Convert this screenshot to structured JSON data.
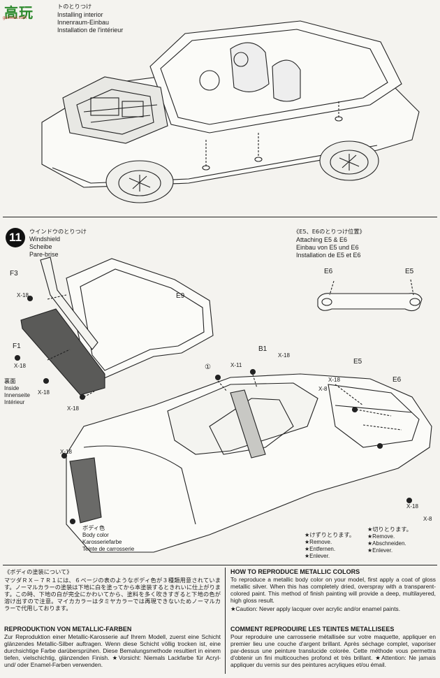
{
  "logo": {
    "brand": "高玩",
    "url": "gaowan.com"
  },
  "top_section": {
    "heading_jp": "トのとりつけ",
    "lines": [
      "Installing interior",
      "Innenraum-Einbau",
      "Installation de l'intérieur"
    ]
  },
  "step11": {
    "number": "11",
    "heading_jp": "ウインドウのとりつけ",
    "lines": [
      "Windshield",
      "Scheibe",
      "Pare-brise"
    ]
  },
  "inset": {
    "heading_jp": "《E5、E6のとりつけ位置》",
    "lines": [
      "Attaching E5 & E6",
      "Einbau von E5 und E6",
      "Installation de E5 et E6"
    ],
    "label_e6": "E6",
    "label_e5": "E5"
  },
  "parts": {
    "f3": "F3",
    "f1": "F1",
    "e9": "E9",
    "b1": "B1",
    "e5": "E5",
    "e6": "E6",
    "circle1": "①"
  },
  "markers": {
    "x18_a": "X-18",
    "x18_b": "X-18",
    "x18_c": "X-18",
    "x18_d": "X-18",
    "x18_e": "X-18",
    "x18_f": "X-18",
    "x18_g": "X-18",
    "x18_h": "X-18",
    "x11": "X-11",
    "x8_a": "X-8",
    "x8_b": "X-8"
  },
  "inside_label": {
    "jp": "裏面",
    "lines": [
      "Inside",
      "Innenseite",
      "Intérieur"
    ]
  },
  "body_color": {
    "jp": "ボディ色",
    "lines": [
      "Body color",
      "Karosseriefarbe",
      "Teinte de carrosserie"
    ]
  },
  "remove_note": {
    "jp": "★けずりとります。",
    "lines": [
      "★Remove.",
      "★Entfernen.",
      "★Enlever."
    ]
  },
  "cut_note": {
    "jp": "★切りとります。",
    "lines": [
      "★Remove.",
      "★Abschneiden.",
      "★Enlever."
    ]
  },
  "painting_jp": {
    "heading": "《ボディの塗装について》",
    "text": "マツダＲＸ－７Ｒ１には、６ページの表のようなボディ色が３種類用意されています。ノーマルカラーの塗装は下地に白を塗ってから本塗装するときれいに仕上がります。この時、下地の白が完全にかわいてから、塗料を多く吹きすぎると下地の色が溶け出すので注意。マイカカラーはタミヤカラーでは再現できないためノーマルカラーで代用しております。"
  },
  "painting_en": {
    "heading": "HOW TO REPRODUCE METALLIC COLORS",
    "text": "To reproduce a metallic body color on your model, first apply a coat of gloss metallic silver. When this has completely dried, overspray with a transparent-colored paint. This method of finish painting will provide a deep, multilayered, high gloss result.",
    "caution": "★Caution: Never apply lacquer over acrylic and/or enamel paints."
  },
  "painting_de": {
    "heading": "REPRODUKTION VON METALLIC-FARBEN",
    "text": "Zur Reproduktion einer Metallic-Karosserie auf Ihrem Modell, zuerst eine Schicht glänzendes Metallic-Silber auftragen. Wenn diese Schicht völlig trocken ist, eine durchsichtige Farbe darübersprühen. Diese Bemalungsmethode resultiert in einem tiefen, vielschichtig, glänzenden Finish. ★Vorsicht: Niemals Lackfarbe für Acryl- und/ oder Enamel-Farben verwenden."
  },
  "painting_fr": {
    "heading": "COMMENT REPRODUIRE LES TEINTES METALLISEES",
    "text": "Pour reproduire une carrosserie métallisée sur votre maquette, appliquer en premier lieu une couche d'argent brillant. Après séchage complet, vaporiser par-dessus une peinture translucide colorée. Cette méthode vous permettra d'obtenir un fini multicouches profond et très brillant. ★Attention: Ne jamais appliquer du vernis sur des peintures acryliques et/ou émail."
  }
}
